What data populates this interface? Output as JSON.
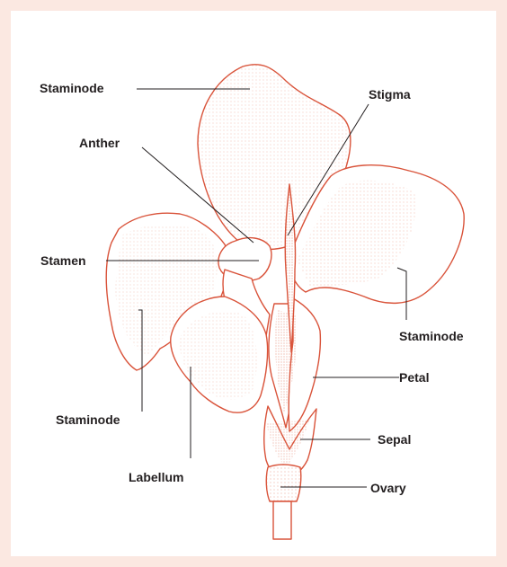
{
  "colors": {
    "background": "#fbe8e1",
    "panel": "#ffffff",
    "outline": "#d9533a",
    "stipple": "#e27a60",
    "leader": "#231f20",
    "text": "#231f20"
  },
  "labels": {
    "staminode_top": "Staminode",
    "stigma": "Stigma",
    "anther": "Anther",
    "stamen": "Stamen",
    "staminode_right": "Staminode",
    "petal": "Petal",
    "staminode_left": "Staminode",
    "sepal": "Sepal",
    "labellum": "Labellum",
    "ovary": "Ovary"
  }
}
